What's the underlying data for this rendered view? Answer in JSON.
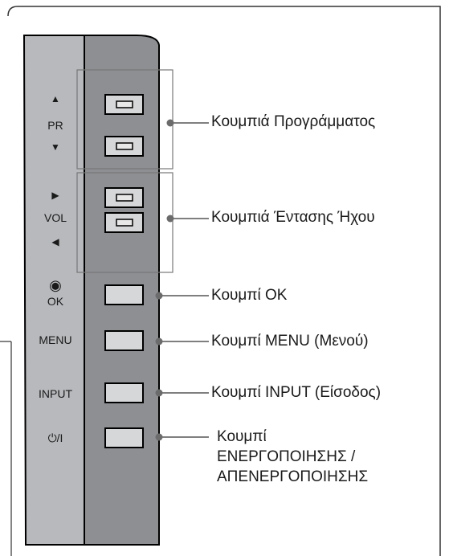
{
  "side_labels": {
    "pr": "PR",
    "vol": "VOL",
    "ok": "OK",
    "menu": "MENU",
    "input": "INPUT",
    "power": "⏻/I"
  },
  "glyphs": {
    "up": "▲",
    "down": "▼",
    "right": "▶",
    "left": "◀",
    "ok_circle": "◉"
  },
  "callouts": {
    "program": "Κουμπιά Προγράμματος",
    "volume": "Κουμπιά Έντασης Ήχου",
    "ok": "Κουμπί OK",
    "menu": "Κουμπί MENU (Μενού)",
    "input": "Κουμπί INPUT (Είσοδος)",
    "power_line1": "Κουμπί",
    "power_line2": "ΕΝΕΡΓΟΠΟΙΗΣΗΣ /",
    "power_line3": "ΑΠΕΝΕΡΓΟΠΟΙΗΣΗΣ"
  },
  "colors": {
    "left_panel": "#b7b9bc",
    "right_panel": "#8d8f93",
    "button_face": "#d6d7d9",
    "frame_line": "#000000",
    "group_box": "#777777"
  }
}
